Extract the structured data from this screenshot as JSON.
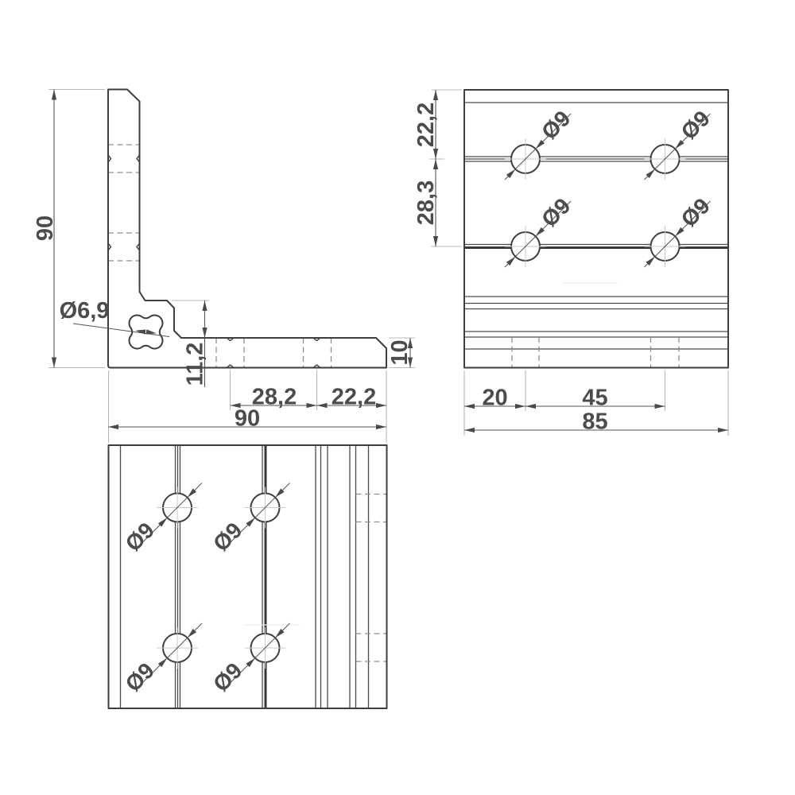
{
  "drawing": {
    "side_view": {
      "height": "90",
      "width": "90",
      "slot_diameter": "Ø6,9",
      "step_height": "11,2",
      "hole_pitch": "28,2",
      "hole_to_end": "22,2",
      "leg_thickness": "10"
    },
    "top_view": {
      "edge_to_first_row": "22,2",
      "row_pitch": "28,3",
      "edge_to_first_hole": "20",
      "hole_pitch": "45",
      "width": "85",
      "holes": [
        "Ø9",
        "Ø9",
        "Ø9",
        "Ø9"
      ]
    },
    "bottom_view": {
      "holes": [
        "Ø9",
        "Ø9",
        "Ø9",
        "Ø9"
      ]
    },
    "colors": {
      "line": "#3e3e3e",
      "dimension": "#545454",
      "extension": "#b8b8b8",
      "hidden": "#8f8f8f",
      "text": "#4c4c4c",
      "background": "#ffffff"
    }
  }
}
